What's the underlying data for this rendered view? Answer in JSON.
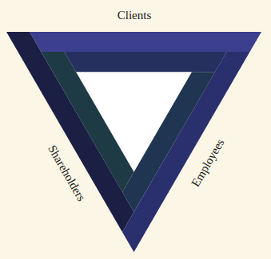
{
  "diagram": {
    "labels": [
      "Clients",
      "Shareholders",
      "Employees"
    ]
  }
}
